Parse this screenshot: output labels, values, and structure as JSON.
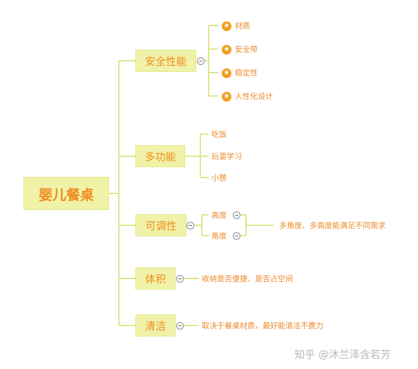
{
  "root": "婴儿餐桌",
  "branches": {
    "safety": {
      "label": "安全性能",
      "items": [
        "材质",
        "安全带",
        "稳定性",
        "人性化设计"
      ]
    },
    "multi": {
      "label": "多功能",
      "items": [
        "吃饭",
        "玩耍学习",
        "小憩"
      ]
    },
    "adjust": {
      "label": "可调性",
      "items": [
        "高度",
        "角度"
      ],
      "note": "多角度、多高度能满足不同需求"
    },
    "volume": {
      "label": "体积",
      "note": "收纳是否便捷、是否占空间"
    },
    "clean": {
      "label": "清洁",
      "note": "取决于餐桌材质，最好能清洁不费力"
    }
  },
  "icons": {
    "star": "star-icon",
    "collapse": "collapse-icon"
  },
  "colors": {
    "box_fill": "#f0f2a8",
    "text_orange": "#f08c1e",
    "line": "#e3e88a"
  },
  "watermark": "知乎 @沐兰泽含若芳"
}
